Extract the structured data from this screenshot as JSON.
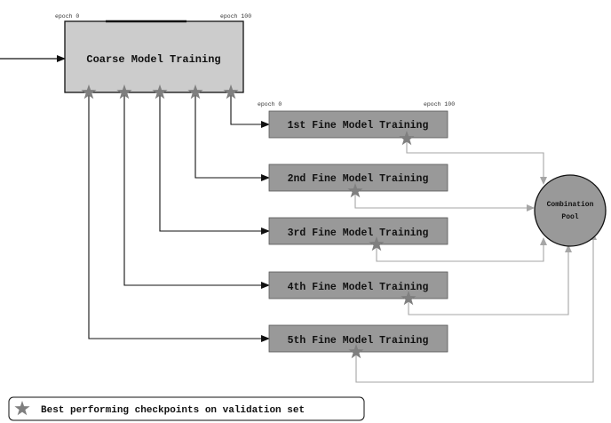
{
  "coarse": {
    "label": "Coarse Model Training",
    "epoch_start": "epoch 0",
    "epoch_end": "epoch 100"
  },
  "fine": {
    "epoch_start": "epoch 0",
    "epoch_end": "epoch 100",
    "models": [
      {
        "label": "1st Fine Model Training"
      },
      {
        "label": "2nd Fine Model Training"
      },
      {
        "label": "3rd Fine Model Training"
      },
      {
        "label": "4th Fine Model Training"
      },
      {
        "label": "5th Fine Model Training"
      }
    ]
  },
  "pool": {
    "line1": "Combination",
    "line2": "Pool"
  },
  "legend": {
    "text": "Best performing checkpoints on validation set",
    "icon": "star-icon"
  },
  "colors": {
    "coarse_fill": "#cccccc",
    "fine_fill": "#999999",
    "pool_fill": "#999999",
    "star": "#7f7f7f",
    "arrow_dark": "#111111",
    "arrow_light": "#a6a6a6"
  }
}
